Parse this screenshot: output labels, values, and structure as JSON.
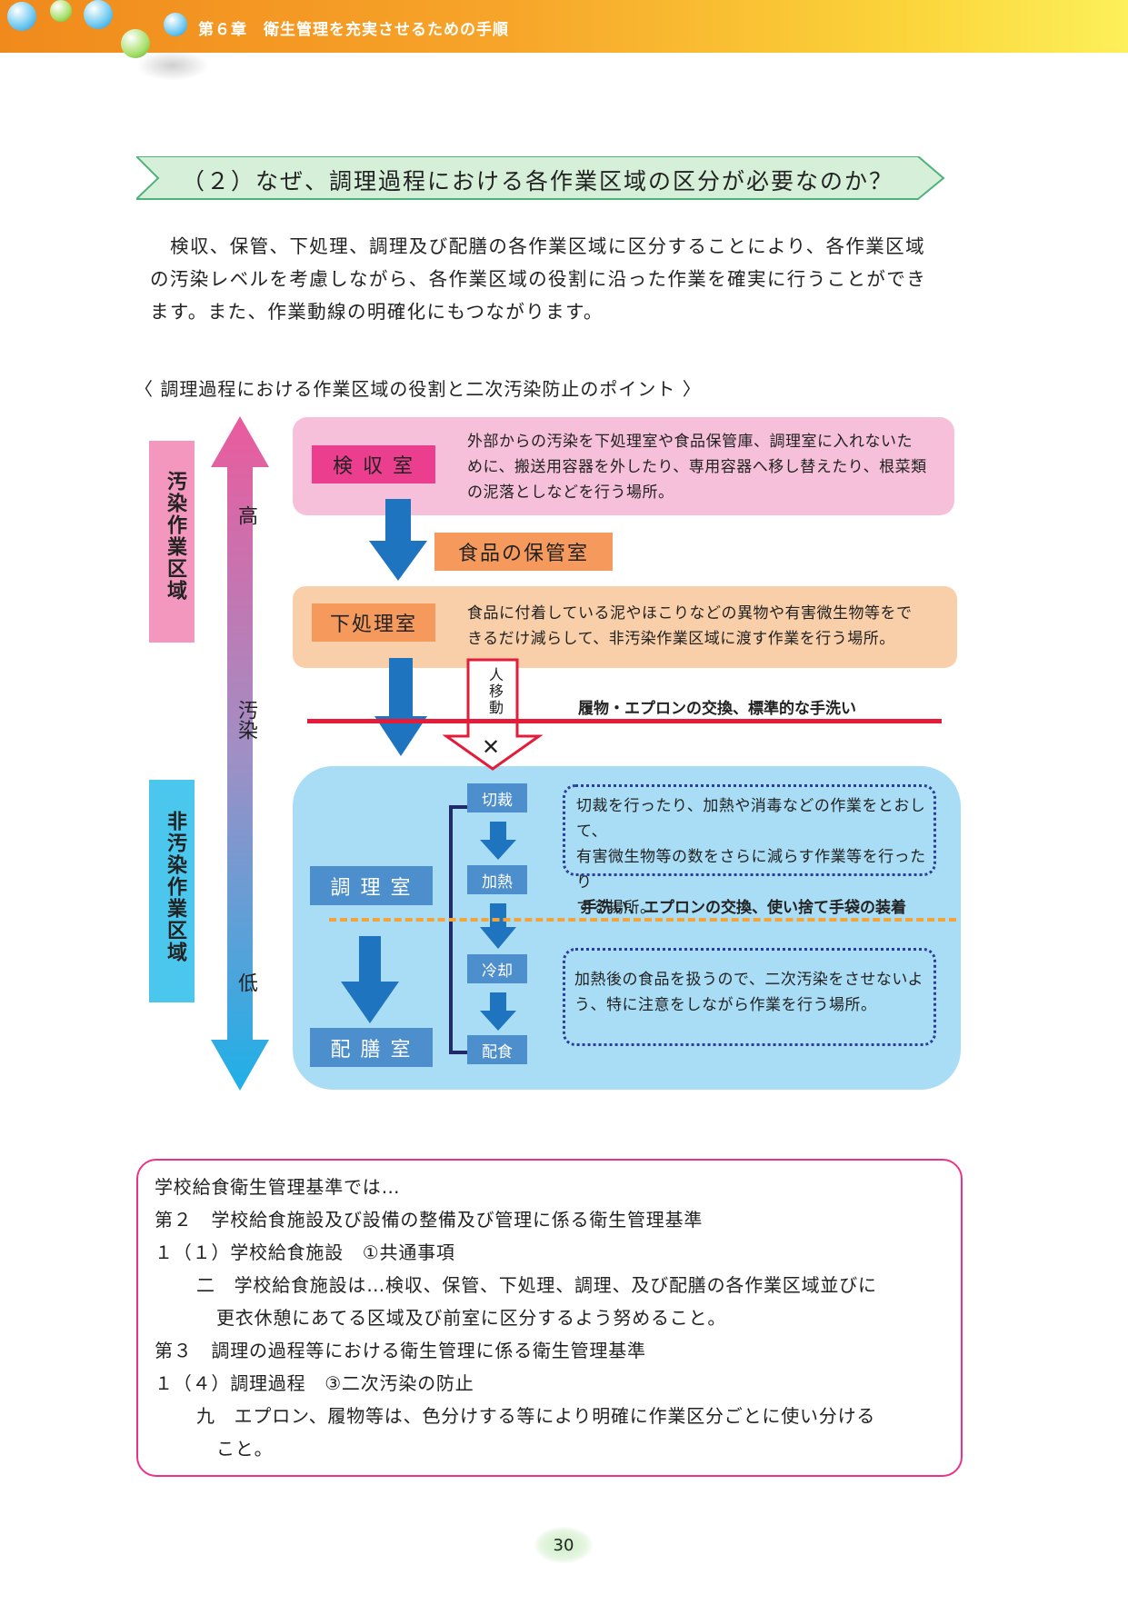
{
  "header": {
    "chapter_title": "第６章　衛生管理を充実させるための手順"
  },
  "section": {
    "heading": "（２）なぜ、調理過程における各作業区域の区分が必要なのか？"
  },
  "intro": {
    "lines": [
      "検収、保管、下処理、調理及び配膳の各作業区域に区分することにより、各作業区域",
      "の汚染レベルを考慮しながら、各作業区域の役割に沿った作業を確実に行うことができ",
      "ます。また、作業動線の明確化にもつながります。"
    ]
  },
  "diagram": {
    "title": "〈 調理過程における作業区域の役割と二次汚染防止のポイント 〉",
    "zones": {
      "contaminated": "汚染作業区域",
      "non_contaminated": "非汚染作業区域"
    },
    "scale": {
      "high": "高",
      "middle": "汚染",
      "low": "低"
    },
    "rooms": {
      "kenshu": "検 収 室",
      "hokan": "食品の保管室",
      "shita": "下処理室",
      "chouri": "調 理 室",
      "haizen": "配 膳 室"
    },
    "descriptions": {
      "kenshu": [
        "外部からの汚染を下処理室や食品保管庫、調理室に入れないた",
        "めに、搬送用容器を外したり、専用容器へ移し替えたり、根菜類",
        "の泥落としなどを行う場所。"
      ],
      "shita": [
        "食品に付着している泥やほこりなどの異物や有害微生物等をで",
        "きるだけ減らして、非汚染作業区域に渡す作業を行う場所。"
      ],
      "upper": [
        "切裁を行ったり、加熱や消毒などの作業をとおして、",
        "有害微生物等の数をさらに減らす作業等を行ったり",
        "する場所。"
      ],
      "lower": [
        "加熱後の食品を扱うので、二次汚染をさせないよ",
        "う、特に注意をしながら作業を行う場所。"
      ]
    },
    "steps": [
      "切裁",
      "加熱",
      "冷却",
      "配食"
    ],
    "people_move": {
      "label": "人移動",
      "mark": "✕"
    },
    "red_line_label": "履物・エプロンの交換、標準的な手洗い",
    "dashed_line_label": "手洗い、エプロンの交換、使い捨て手袋の装着",
    "colors": {
      "pink_zone": "#f497be",
      "blue_zone": "#4bc7ee",
      "red_line": "#e51b3a",
      "step_blue": "#4d8ecc"
    }
  },
  "standards": {
    "lines": [
      "学校給食衛生管理基準では…",
      "第２　学校給食施設及び設備の整備及び管理に係る衛生管理基準",
      "１（１）学校給食施設　①共通事項",
      "二　学校給食施設は…検収、保管、下処理、調理、及び配膳の各作業区域並びに",
      "更衣休憩にあてる区域及び前室に区分するよう努めること。",
      "第３　調理の過程等における衛生管理に係る衛生管理基準",
      "１（４）調理過程　③二次汚染の防止",
      "九　エプロン、履物等は、色分けする等により明確に作業区分ごとに使い分ける",
      "こと。"
    ]
  },
  "page_number": "30"
}
